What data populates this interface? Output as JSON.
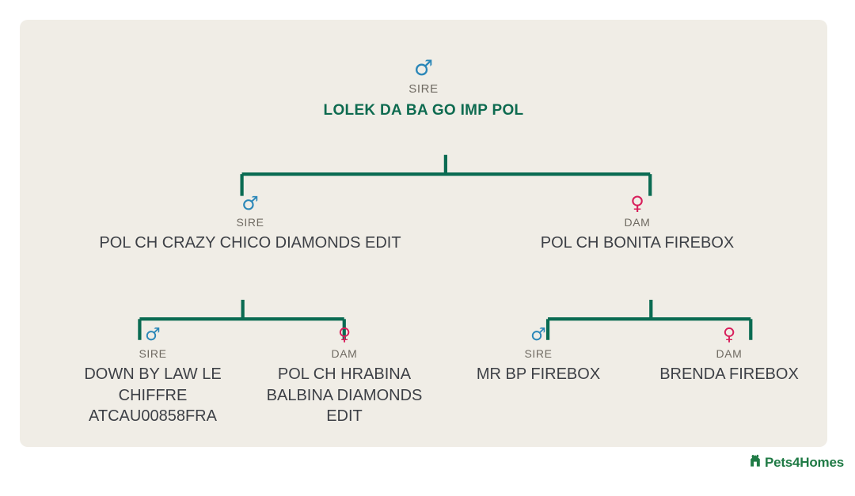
{
  "card": {
    "background_color": "#f0ede6"
  },
  "colors": {
    "male": "#2b87b8",
    "female": "#d81e5b",
    "connector": "#0a6b52",
    "root_name": "#0e6b50",
    "name_text": "#3d4046",
    "role_text": "#6f6a62",
    "brand_green": "#1f7a45"
  },
  "icons": {
    "male": "♂",
    "female": "♀"
  },
  "pedigree": {
    "generation_0": [
      {
        "role": "SIRE",
        "gender": "male",
        "name": "LOLEK DA BA GO IMP POL"
      }
    ],
    "generation_1": [
      {
        "role": "SIRE",
        "gender": "male",
        "name": "POL CH CRAZY CHICO DIAMONDS EDIT"
      },
      {
        "role": "DAM",
        "gender": "female",
        "name": "POL CH BONITA FIREBOX"
      }
    ],
    "generation_2": [
      {
        "role": "SIRE",
        "gender": "male",
        "name": "DOWN BY LAW LE CHIFFRE ATCAU00858FRA"
      },
      {
        "role": "DAM",
        "gender": "female",
        "name": "POL CH HRABINA BALBINA DIAMONDS EDIT"
      },
      {
        "role": "SIRE",
        "gender": "male",
        "name": "MR BP FIREBOX"
      },
      {
        "role": "DAM",
        "gender": "female",
        "name": "BRENDA FIREBOX"
      }
    ]
  },
  "footer": {
    "brand_name": "Pets4Homes"
  }
}
